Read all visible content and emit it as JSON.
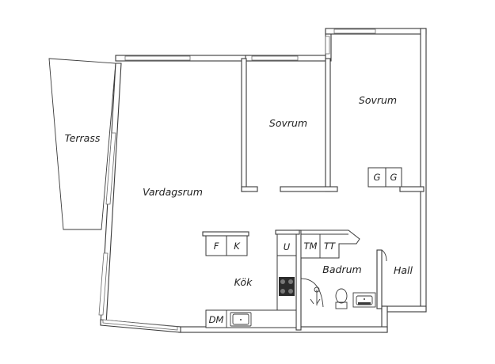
{
  "rooms": {
    "terrace": "Terrass",
    "living_room": "Vardagsrum",
    "bedroom_1": "Sovrum",
    "bedroom_2": "Sovrum",
    "kitchen": "Kök",
    "bathroom": "Badrum",
    "hall": "Hall"
  },
  "fixtures": {
    "fridge": "F",
    "freezer": "K",
    "oven": "U",
    "washer": "TM",
    "dryer": "TT",
    "dishwasher": "DM",
    "wardrobe_1": "G",
    "wardrobe_2": "G"
  }
}
